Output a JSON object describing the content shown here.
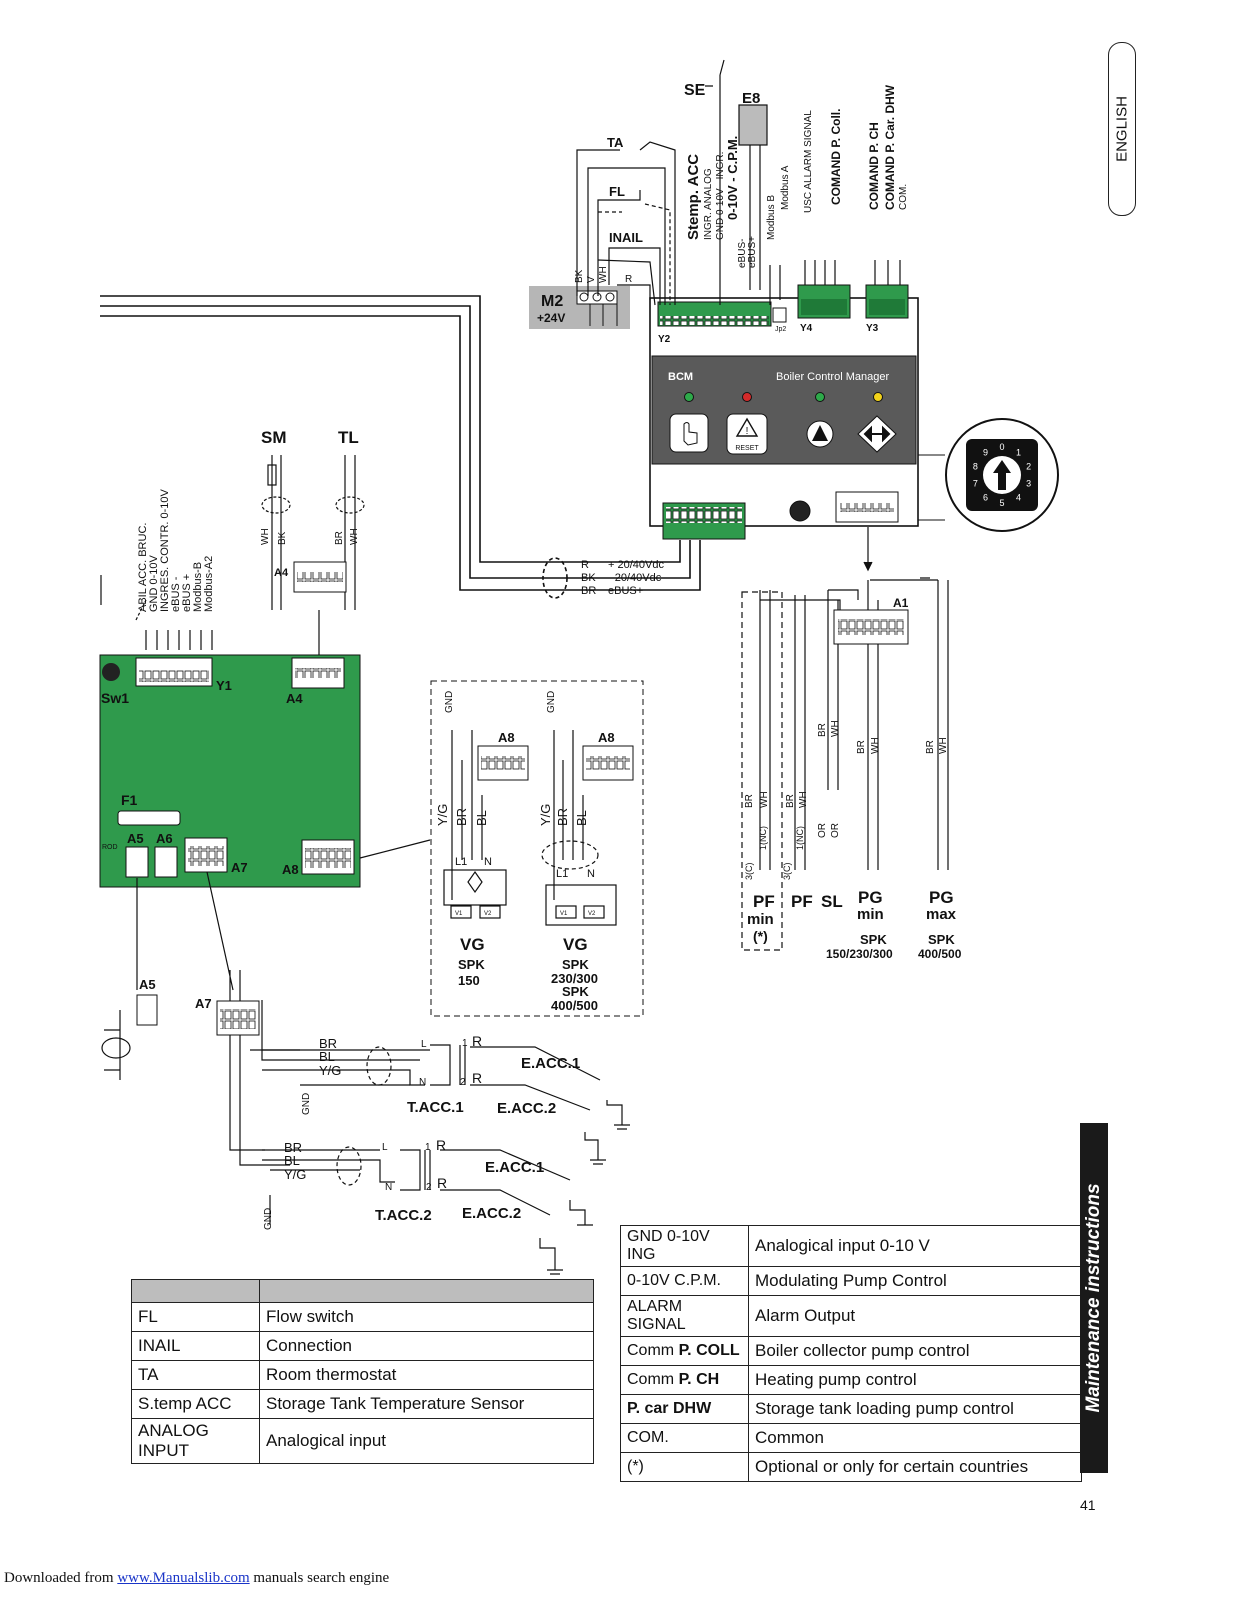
{
  "page": {
    "language_tab": "ENGLISH",
    "section_title": "Maintenance instructions",
    "page_number": "41",
    "footer": {
      "prefix": "Downloaded from ",
      "link": "www.Manualslib.com",
      "suffix": " manuals search engine"
    }
  },
  "bcm": {
    "title": "BCM",
    "subtitle": "Boiler Control Manager",
    "reset_label": "RESET",
    "led_colors": [
      "#2eaa4a",
      "#d42a2a",
      "#2eaa4a",
      "#f2d21b"
    ],
    "rotary_digits": [
      "0",
      "1",
      "2",
      "3",
      "4",
      "5",
      "6",
      "7",
      "8",
      "9"
    ]
  },
  "labels": {
    "SE": "SE",
    "E8": "E8",
    "TA": "TA",
    "FL": "FL",
    "INAIL": "INAIL",
    "stemp_acc": "Stemp. ACC",
    "ingr_analog": "INGR. ANALOG",
    "gnd_ingr": "GND 0-10V - INGR.",
    "cpm": "0-10V - C.P.M.",
    "ebus_minus": "eBUS-",
    "ebus_plus": "eBUS+",
    "modbus_b": "Modbus B",
    "modbus_a": "Modbus A",
    "usc_alarm": "USC ALLARM SIGNAL",
    "comand_pcoll": "COMAND P. Coll.",
    "comand_pch": "COMAND P. CH",
    "comand_pcar": "COMAND P. Car. DHW",
    "com": "COM.",
    "M2": "M2",
    "plus24v": "+24V",
    "wire_bk": "BK",
    "wire_v": "V",
    "wire_wh": "WH",
    "wire_r": "R",
    "Y2": "Y2",
    "Y4": "Y4",
    "Y3": "Y3",
    "Jp2": "Jp2",
    "SM": "SM",
    "TL": "TL",
    "A4": "A4",
    "Y1": "Y1",
    "Sw1": "Sw1",
    "abil": "ABIL ACC. BRUC.",
    "gnd_010": "GND 0-10V",
    "ingres": "INGRES. CONTR. 0-10V",
    "ebus_m": "eBUS -",
    "ebus_p": "eBUS +",
    "modbus_b2": "Modbus-B",
    "modbus_a2": "Modbus-A2",
    "bus_r": "R",
    "bus_bk": "BK",
    "bus_br": "BR",
    "bus_r_val": "+ 20/40Vdc",
    "bus_bk_val": "- 20/40Vdc",
    "bus_br_val": "eBUS+",
    "F1": "F1",
    "A5": "A5",
    "A6": "A6",
    "A7": "A7",
    "A8": "A8",
    "A1": "A1",
    "ROD": "ROD",
    "VG": "VG",
    "SPK": "SPK",
    "vg1_size": "150",
    "vg2_size_1": "230/300",
    "vg2_size_2": "400/500",
    "GND": "GND",
    "YG": "Y/G",
    "BR": "BR",
    "BL": "BL",
    "WH": "WH",
    "OR": "OR",
    "L": "L",
    "N": "N",
    "L1": "L1",
    "V1": "V1",
    "V2": "V2",
    "PF": "PF",
    "min": "min",
    "star": "(*)",
    "SL": "SL",
    "PG": "PG",
    "max": "max",
    "spk_pg_min": "150/230/300",
    "spk_pg_max": "400/500",
    "nc": "1(NC)",
    "c3": "3(C)",
    "tacc1": "T.ACC.1",
    "tacc2": "T.ACC.2",
    "eacc1": "E.ACC.1",
    "eacc2": "E.ACC.2",
    "R": "R",
    "one": "1",
    "two": "2"
  },
  "left_table": {
    "rows": [
      [
        "FL",
        "Flow switch"
      ],
      [
        "INAIL",
        "Connection"
      ],
      [
        "TA",
        "Room thermostat"
      ],
      [
        "S.temp ACC",
        "Storage Tank Temperature Sensor"
      ],
      [
        "ANALOG INPUT",
        "Analogical input"
      ]
    ]
  },
  "right_table": {
    "rows": [
      {
        "prefix": "GND 0-10V ING",
        "bold": "",
        "desc": "Analogical input 0-10 V"
      },
      {
        "prefix": "0-10V C.P.M.",
        "bold": "",
        "desc": "Modulating Pump Control"
      },
      {
        "prefix": "ALARM SIGNAL",
        "bold": "",
        "desc": "Alarm Output"
      },
      {
        "prefix": "Comm ",
        "bold": "P. COLL",
        "desc": "Boiler collector pump control"
      },
      {
        "prefix": "Comm ",
        "bold": "P. CH",
        "desc": "Heating pump control"
      },
      {
        "prefix": "",
        "bold": "P. car DHW",
        "desc": "Storage tank loading pump control"
      },
      {
        "prefix": "COM.",
        "bold": "",
        "desc": "Common"
      },
      {
        "prefix": "(*)",
        "bold": "",
        "desc": "Optional or only for certain countries"
      }
    ]
  }
}
